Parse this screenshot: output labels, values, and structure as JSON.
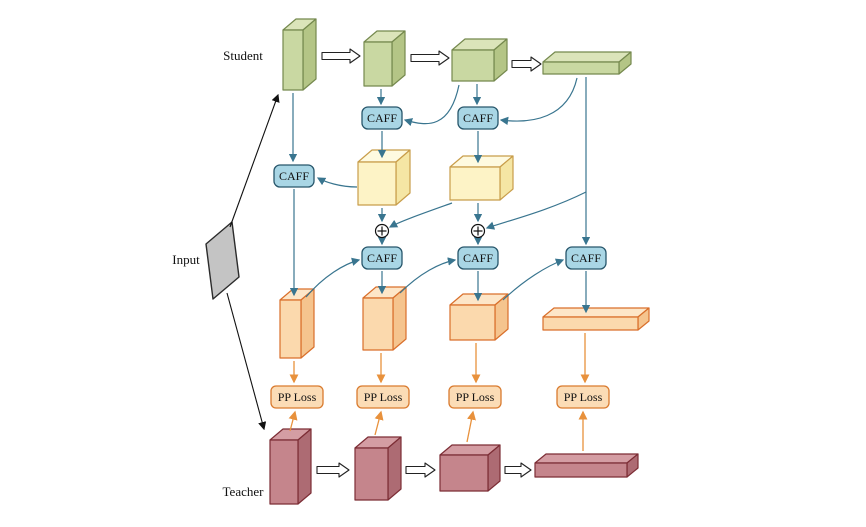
{
  "diagram": {
    "labels": {
      "student": "Student",
      "input": "Input",
      "teacher": "Teacher"
    },
    "modules": {
      "caff": "CAFF",
      "pp_loss": "PP Loss"
    },
    "icons": {
      "sum": "⊕",
      "stage_arrow": "⇒"
    },
    "colors": {
      "student_feature": "#c9d8a2",
      "student_feature_edge": "#75894e",
      "mid_feature": "#fdf3c6",
      "mid_feature_edge": "#c89d4a",
      "fused_feature": "#fbd9ad",
      "fused_feature_edge": "#d96f2b",
      "teacher_feature": "#c5858c",
      "teacher_feature_edge": "#7c2d35",
      "caff_block": "#a9d6e5",
      "caff_block_edge": "#27566b",
      "pp_loss_block": "#fbdcb6",
      "pp_loss_block_edge": "#d97b2f",
      "flow_arrow": "#39758f",
      "loss_arrow": "#e8913c",
      "input_shape": "#c4c4c4"
    }
  }
}
